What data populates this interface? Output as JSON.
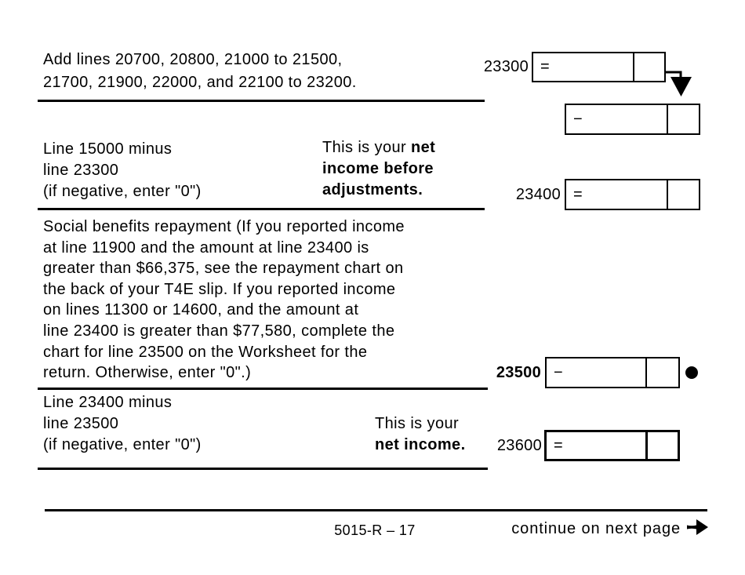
{
  "form": {
    "sections": {
      "s1": {
        "lines": [
          "Add lines 20700, 20800, 21000 to 21500,",
          "21700, 21900, 22000, and 22100 to 23200."
        ],
        "line_no": "23300",
        "op": "="
      },
      "carry": {
        "op": "−"
      },
      "s2": {
        "lines": [
          "Line 15000 minus",
          "line 23300",
          "(if negative, enter \"0\")"
        ],
        "result": {
          "prefix": "This is your ",
          "bold1": "net",
          "bold2": "income before",
          "bold3": "adjustments."
        },
        "line_no": "23400",
        "op": "="
      },
      "s3": {
        "lines": [
          "Social benefits repayment (If you reported income",
          "at line 11900 and the amount at line 23400 is",
          "greater than $66,375, see the repayment chart on",
          "the back of your T4E slip. If you reported income",
          "on lines 11300 or 14600, and the amount at",
          "line 23400 is greater than $77,580, complete the",
          "chart for line 23500 on the Worksheet for the",
          "return. Otherwise, enter \"0\".)"
        ],
        "line_no": "23500",
        "op": "−"
      },
      "s4": {
        "lines": [
          "Line 23400 minus",
          "line 23500",
          "(if negative, enter \"0\")"
        ],
        "result": {
          "prefix": "This is your",
          "bold": "net income."
        },
        "line_no": "23600",
        "op": "="
      }
    },
    "footer": {
      "form_code": "5015-R – 17",
      "continue_text": "continue on next page"
    },
    "colors": {
      "ink": "#000000",
      "paper": "#ffffff"
    }
  }
}
